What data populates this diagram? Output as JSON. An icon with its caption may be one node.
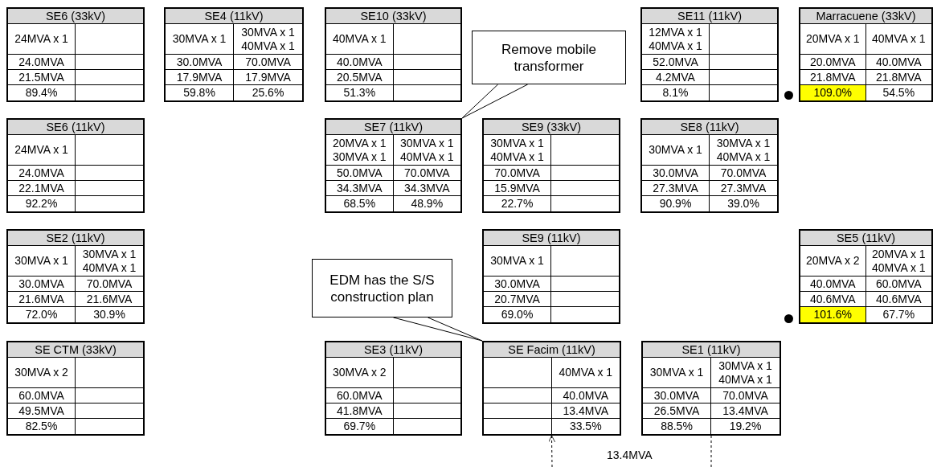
{
  "diagram": {
    "nodes": [
      {
        "text": [
          "SE6 (33kV)",
          "24MVA x 1",
          "24.0MVA",
          "21.5MVA",
          "89.4%"
        ]
      },
      {
        "text": [
          "SE4 (11kV)",
          "30MVA x 1",
          "30MVA x 1 40MVA x 1",
          "30.0MVA",
          "70.0MVA",
          "17.9MVA",
          "17.9MVA",
          "59.8%",
          "25.6%"
        ]
      },
      {
        "text": [
          "SE10 (33kV)",
          "40MVA x 1",
          "40.0MVA",
          "20.5MVA",
          "51.3%"
        ]
      },
      {
        "text": [
          "Remove mobile transformer"
        ]
      },
      {
        "text": [
          "SE11 (11kV)",
          "12MVA x 1 40MVA x 1",
          "52.0MVA",
          "4.2MVA",
          "8.1%"
        ]
      },
      {
        "text": [
          "Marracuene (33kV)",
          "20MVA x 1",
          "40MVA x 1",
          "20.0MVA",
          "40.0MVA",
          "21.8MVA",
          "21.8MVA",
          "109.0%",
          "54.5%"
        ]
      },
      {
        "text": [
          "SE6 (11kV)",
          "24MVA x 1",
          "24.0MVA",
          "22.1MVA",
          "92.2%"
        ]
      },
      {
        "text": [
          "SE7 (11kV)",
          "20MVA x 1 30MVA x 1",
          "30MVA x 1 40MVA x 1",
          "50.0MVA",
          "70.0MVA",
          "34.3MVA",
          "34.3MVA",
          "68.5%",
          "48.9%"
        ]
      },
      {
        "text": [
          "SE9 (33kV)",
          "30MVA x 1 40MVA x 1",
          "70.0MVA",
          "15.9MVA",
          "22.7%"
        ]
      },
      {
        "text": [
          "SE8 (11kV)",
          "30MVA x 1",
          "30MVA x 1 40MVA x 1",
          "30.0MVA",
          "70.0MVA",
          "27.3MVA",
          "27.3MVA",
          "90.9%",
          "39.0%"
        ]
      },
      {
        "text": [
          "SE2 (11kV)",
          "30MVA x 1",
          "30MVA x 1 40MVA x 1",
          "30.0MVA",
          "70.0MVA",
          "21.6MVA",
          "21.6MVA",
          "72.0%",
          "30.9%"
        ]
      },
      {
        "text": [
          "SE9 (11kV)",
          "30MVA x 1",
          "30.0MVA",
          "20.7MVA",
          "69.0%"
        ]
      },
      {
        "text": [
          "SE5 (11kV)",
          "20MVA x 2",
          "20MVA x 1 40MVA x 1",
          "40.0MVA",
          "60.0MVA",
          "40.6MVA",
          "40.6MVA",
          "101.6%",
          "67.7%"
        ]
      },
      {
        "text": [
          "EDM has the S/S construction plan"
        ]
      },
      {
        "text": [
          "SE CTM (33kV)",
          "30MVA x 2",
          "60.0MVA",
          "49.5MVA",
          "82.5%"
        ]
      },
      {
        "text": [
          "SE3 (11kV)",
          "30MVA x 2",
          "60.0MVA",
          "41.8MVA",
          "69.7%"
        ]
      },
      {
        "text": [
          "SE Facim (11kV)",
          "40MVA x 1",
          "40.0MVA",
          "13.4MVA",
          "33.5%"
        ]
      },
      {
        "text": [
          "SE1 (11kV)",
          "30MVA x 1",
          "30MVA x 1 40MVA x 1",
          "30.0MVA",
          "70.0MVA",
          "26.5MVA",
          "13.4MVA",
          "88.5%",
          "19.2%"
        ]
      }
    ],
    "edges": [
      {
        "from": 3,
        "to": 7,
        "arrow": "none"
      },
      {
        "from": 13,
        "to": 16,
        "arrow": "none"
      },
      {
        "from": null,
        "to": 16,
        "arrow": "to",
        "style": "dashed"
      },
      {
        "from": 17,
        "to": null,
        "arrow": "none",
        "style": "dashed"
      }
    ],
    "labels": [
      "13.4MVA"
    ]
  }
}
